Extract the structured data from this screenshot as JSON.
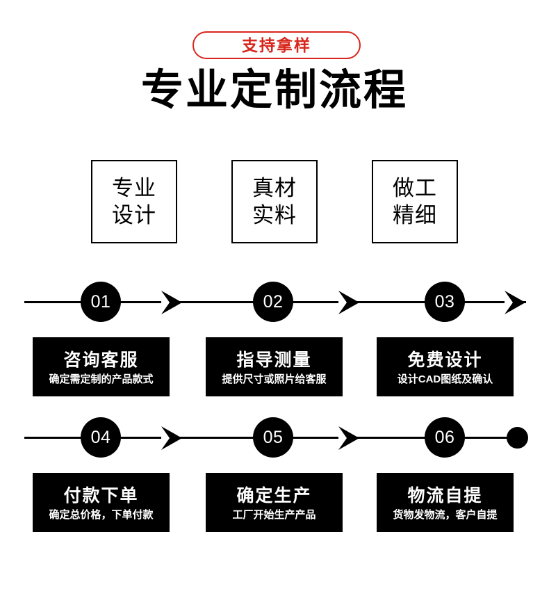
{
  "header": {
    "badge_label": "支持拿样",
    "title": "专业定制流程",
    "badge_color": "#d8261c",
    "title_color": "#000000"
  },
  "features": [
    {
      "line1": "专业",
      "line2": "设计"
    },
    {
      "line1": "真材",
      "line2": "实料"
    },
    {
      "line1": "做工",
      "line2": "精细"
    }
  ],
  "timeline": {
    "rows": [
      {
        "nodes": [
          "01",
          "02",
          "03"
        ],
        "cards": [
          {
            "title": "咨询客服",
            "subtitle": "确定需定制的产品款式"
          },
          {
            "title": "指导测量",
            "subtitle": "提供尺寸或照片给客服"
          },
          {
            "title": "免费设计",
            "subtitle": "设计CAD图纸及确认"
          }
        ],
        "terminator": "arrow"
      },
      {
        "nodes": [
          "04",
          "05",
          "06"
        ],
        "cards": [
          {
            "title": "付款下单",
            "subtitle": "确定总价格，下单付款"
          },
          {
            "title": "确定生产",
            "subtitle": "工厂开始生产产品"
          },
          {
            "title": "物流自提",
            "subtitle": "货物发物流，客户自提"
          }
        ],
        "terminator": "dot"
      }
    ],
    "node_color": "#000000",
    "node_text_color": "#ffffff",
    "card_bg": "#000000",
    "card_text_color": "#ffffff"
  }
}
